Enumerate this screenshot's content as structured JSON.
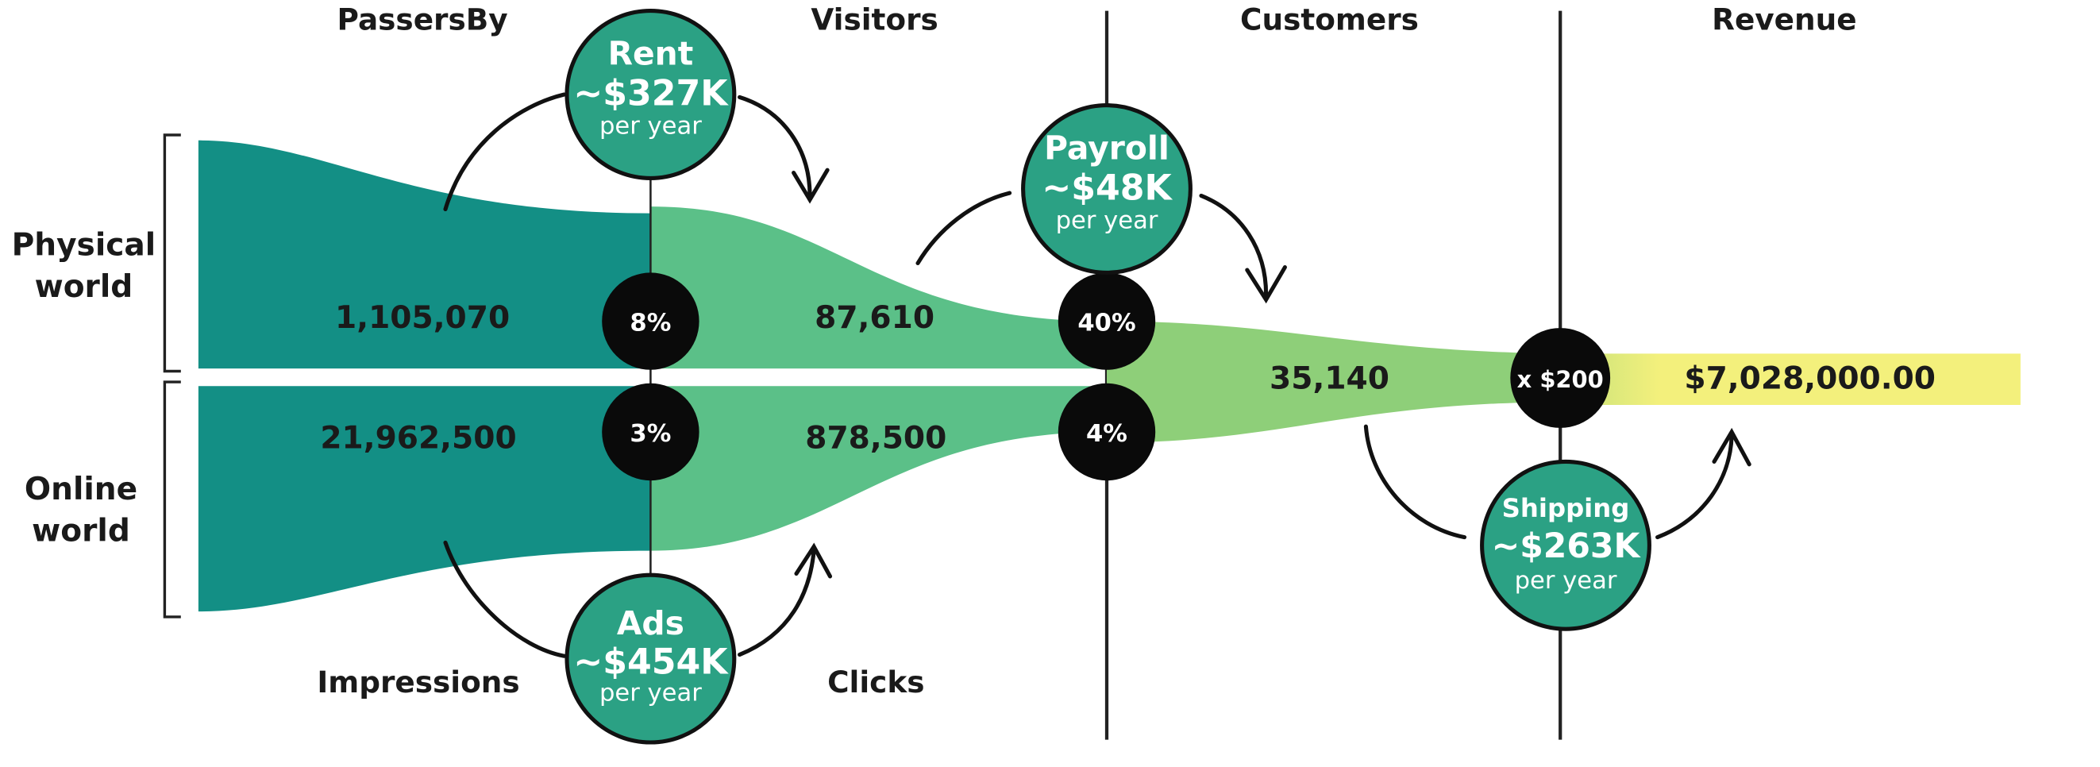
{
  "headers": {
    "passersby": "PassersBy",
    "visitors": "Visitors",
    "customers": "Customers",
    "revenue": "Revenue",
    "impressions": "Impressions",
    "clicks": "Clicks"
  },
  "side_labels": {
    "physical_line1": "Physical",
    "physical_line2": "world",
    "online_line1": "Online",
    "online_line2": "world"
  },
  "funnel": {
    "physical_passersby": "1,105,070",
    "online_impressions": "21,962,500",
    "physical_visitors": "87,610",
    "online_clicks": "878,500",
    "customers": "35,140",
    "revenue": "$7,028,000.00"
  },
  "rates": {
    "physical_visit_rate": "8%",
    "online_click_rate": "3%",
    "physical_conversion": "40%",
    "online_conversion": "4%",
    "price_multiplier": "x $200"
  },
  "costs": {
    "rent": {
      "title": "Rent",
      "amount": "~$327K",
      "period": "per year"
    },
    "payroll": {
      "title": "Payroll",
      "amount": "~$48K",
      "period": "per year"
    },
    "ads": {
      "title": "Ads",
      "amount": "~$454K",
      "period": "per year"
    },
    "shipping": {
      "title": "Shipping",
      "amount": "~$263K",
      "period": "per year"
    }
  },
  "colors": {
    "dark_teal": "#138f85",
    "mid_green": "#5bc088",
    "light_green": "#8ecf79",
    "yellow": "#f3f07c",
    "cost_circle": "#2ba184",
    "rate_circle": "#0a0a0a",
    "text": "#1a1a1a"
  }
}
